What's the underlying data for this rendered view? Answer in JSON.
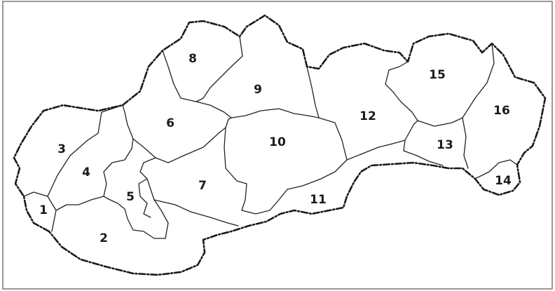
{
  "map": {
    "regions": [
      {
        "label": "1"
      },
      {
        "label": "2"
      },
      {
        "label": "3"
      },
      {
        "label": "4"
      },
      {
        "label": "5"
      },
      {
        "label": "6"
      },
      {
        "label": "7"
      },
      {
        "label": "8"
      },
      {
        "label": "9"
      },
      {
        "label": "10"
      },
      {
        "label": "11"
      },
      {
        "label": "12"
      },
      {
        "label": "13"
      },
      {
        "label": "14"
      },
      {
        "label": "15"
      },
      {
        "label": "16"
      }
    ]
  }
}
